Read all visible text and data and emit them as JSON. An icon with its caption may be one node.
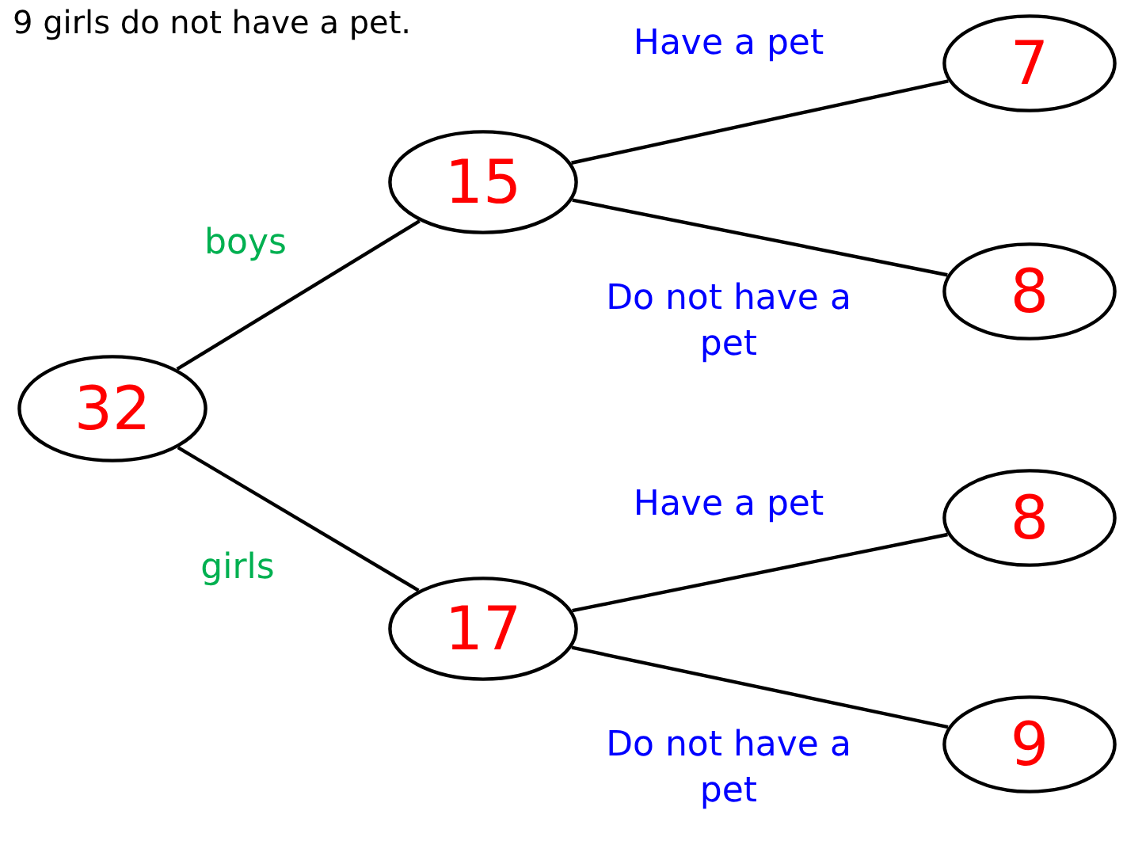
{
  "diagram": {
    "nodes": [
      {
        "text": [
          "32"
        ]
      },
      {
        "text": [
          "15"
        ]
      },
      {
        "text": [
          "17"
        ]
      },
      {
        "text": [
          "7"
        ]
      },
      {
        "text": [
          "8"
        ]
      },
      {
        "text": [
          "8"
        ]
      },
      {
        "text": [
          "9"
        ]
      }
    ],
    "edges": [
      {
        "from": 0,
        "to": 1,
        "arrow": "none",
        "label": "boys"
      },
      {
        "from": 0,
        "to": 2,
        "arrow": "none",
        "label": "girls"
      },
      {
        "from": 1,
        "to": 3,
        "arrow": "none",
        "label": "Have a pet"
      },
      {
        "from": 1,
        "to": 4,
        "arrow": "none",
        "label": "Do not have a pet"
      },
      {
        "from": 2,
        "to": 5,
        "arrow": "none",
        "label": "Have a pet"
      },
      {
        "from": 2,
        "to": 6,
        "arrow": "none",
        "label": "Do not have a pet"
      }
    ],
    "labels": [
      "9 girls do not have a pet."
    ]
  }
}
